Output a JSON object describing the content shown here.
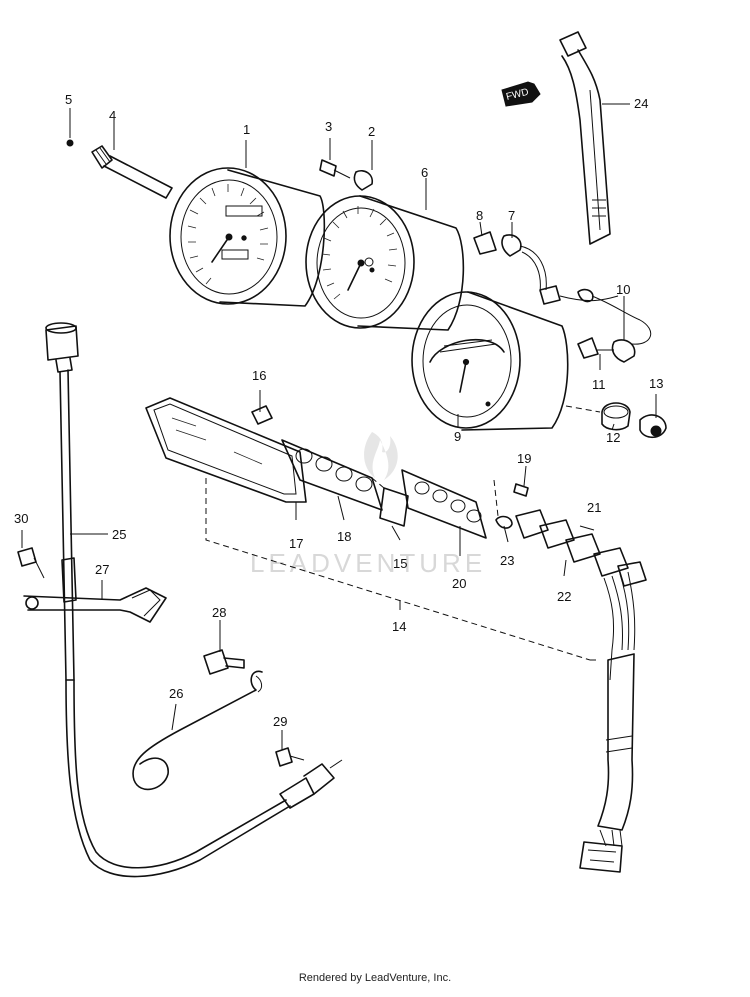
{
  "footer": {
    "credit": "Rendered by LeadVenture, Inc."
  },
  "watermark": {
    "text": "LEADVENTURE"
  },
  "fwd_tag": {
    "text": "FWD"
  },
  "callouts": [
    "1",
    "2",
    "3",
    "4",
    "5",
    "6",
    "7",
    "8",
    "9",
    "10",
    "11",
    "12",
    "13",
    "14",
    "15",
    "16",
    "17",
    "18",
    "19",
    "20",
    "21",
    "22",
    "23",
    "24",
    "25",
    "26",
    "27",
    "28",
    "29",
    "30"
  ]
}
